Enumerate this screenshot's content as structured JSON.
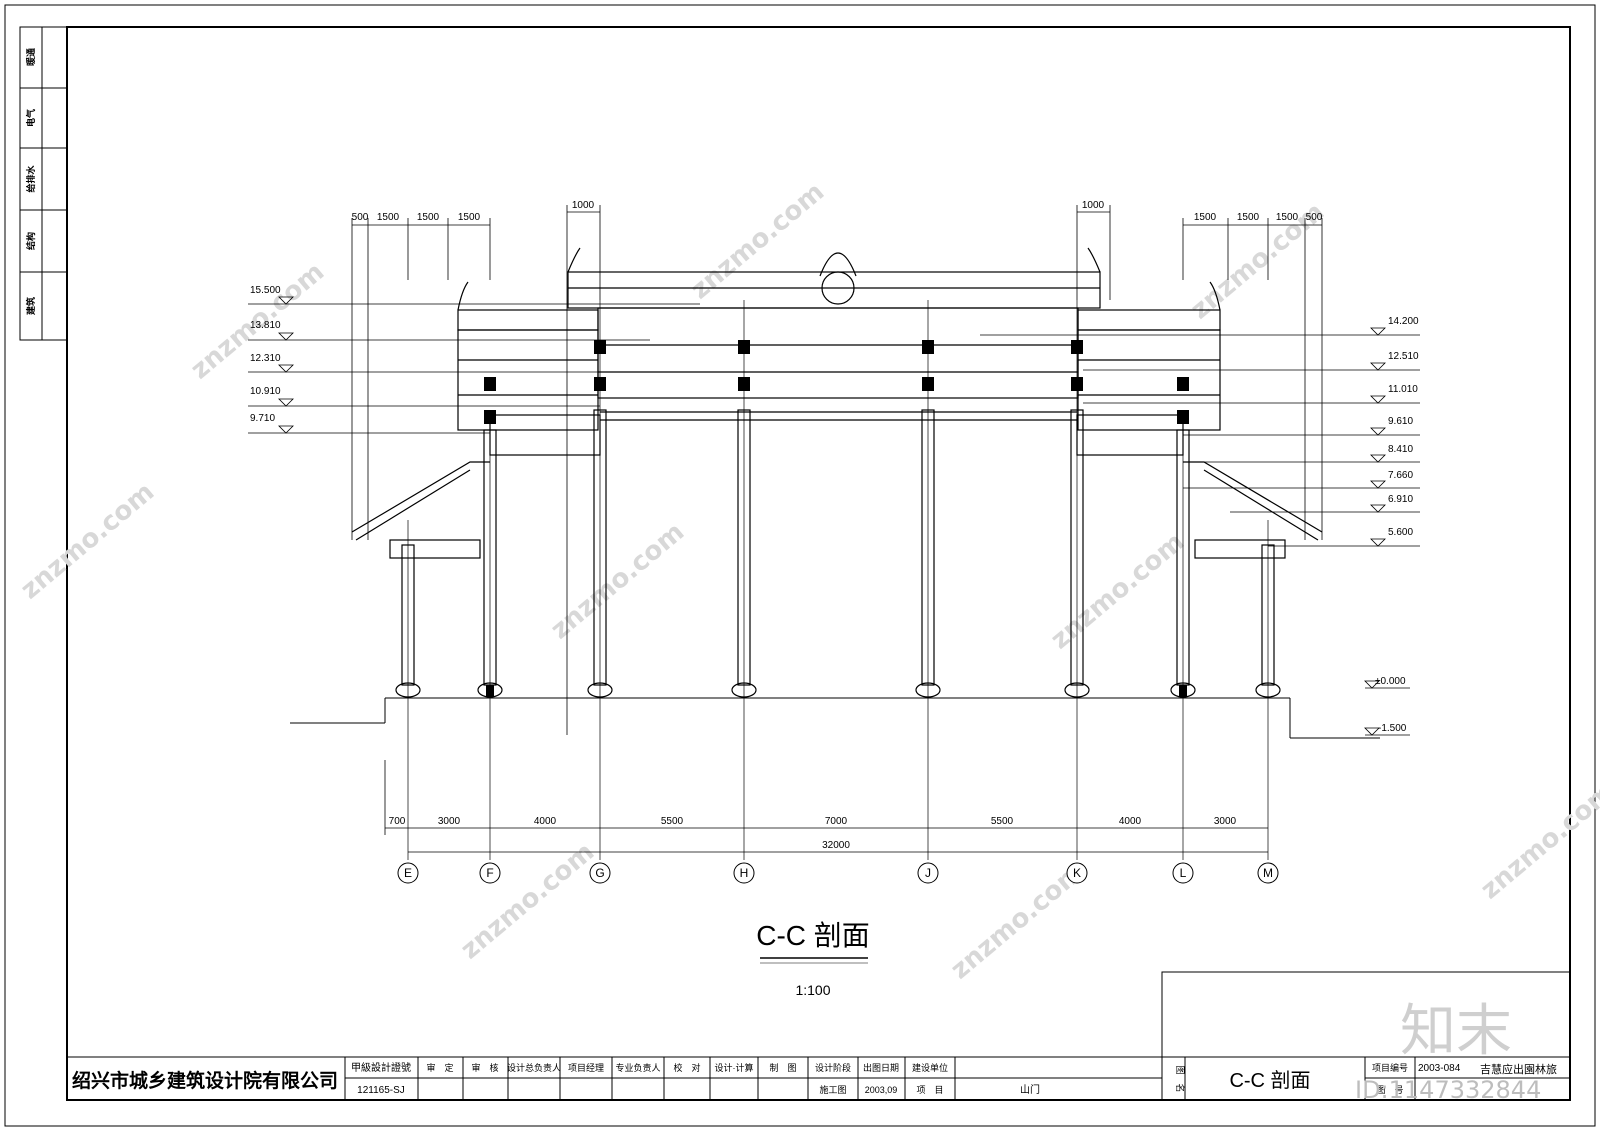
{
  "drawing": {
    "title": "C-C 剖面",
    "scale": "1:100"
  },
  "side_labels": [
    "建筑",
    "结构",
    "给排水",
    "电气",
    "暖通"
  ],
  "top_dims_left": [
    "500",
    "1500",
    "1500",
    "1500"
  ],
  "top_dims_right": [
    "1500",
    "1500",
    "1500",
    "500"
  ],
  "top_dim_left_mid": "1000",
  "top_dim_right_mid": "1000",
  "elevations_left": [
    "15.500",
    "13.810",
    "12.310",
    "10.910",
    "9.710"
  ],
  "elevations_right": [
    "14.200",
    "12.510",
    "11.010",
    "9.610",
    "8.410",
    "7.660",
    "6.910",
    "5.600"
  ],
  "ground_levels": [
    "±0.000",
    "-1.500"
  ],
  "bottom_dims": [
    "700",
    "3000",
    "4000",
    "5500",
    "7000",
    "5500",
    "4000",
    "3000"
  ],
  "total_dim": "32000",
  "axes": [
    "E",
    "F",
    "G",
    "H",
    "J",
    "K",
    "L",
    "M"
  ],
  "title_block": {
    "company": "绍兴市城乡建筑设计院有限公司",
    "cert_label": "甲級設計證號",
    "cert_no": "121165-SJ",
    "roles": [
      "审　定",
      "审　核",
      "设计总负责人",
      "项目经理",
      "专业负责人",
      "校　对",
      "设计·计算",
      "制　图"
    ],
    "stage_label": "设计阶段",
    "stage_value": "施工图",
    "date_label": "出图日期",
    "date_value": "2003,09",
    "client_label": "建设单位",
    "project_label": "项　目",
    "project_value": "山门",
    "drawing_label": "图　名",
    "drawing_name": "C-C 剖面",
    "proj_no_label": "项目编号",
    "proj_no": "2003-084",
    "sheet_label": "图　号",
    "project_name_partial": "吉慧应出園林旅"
  },
  "watermark": {
    "text": "znzmo.com",
    "brand": "知末",
    "id": "ID:1147332844"
  }
}
